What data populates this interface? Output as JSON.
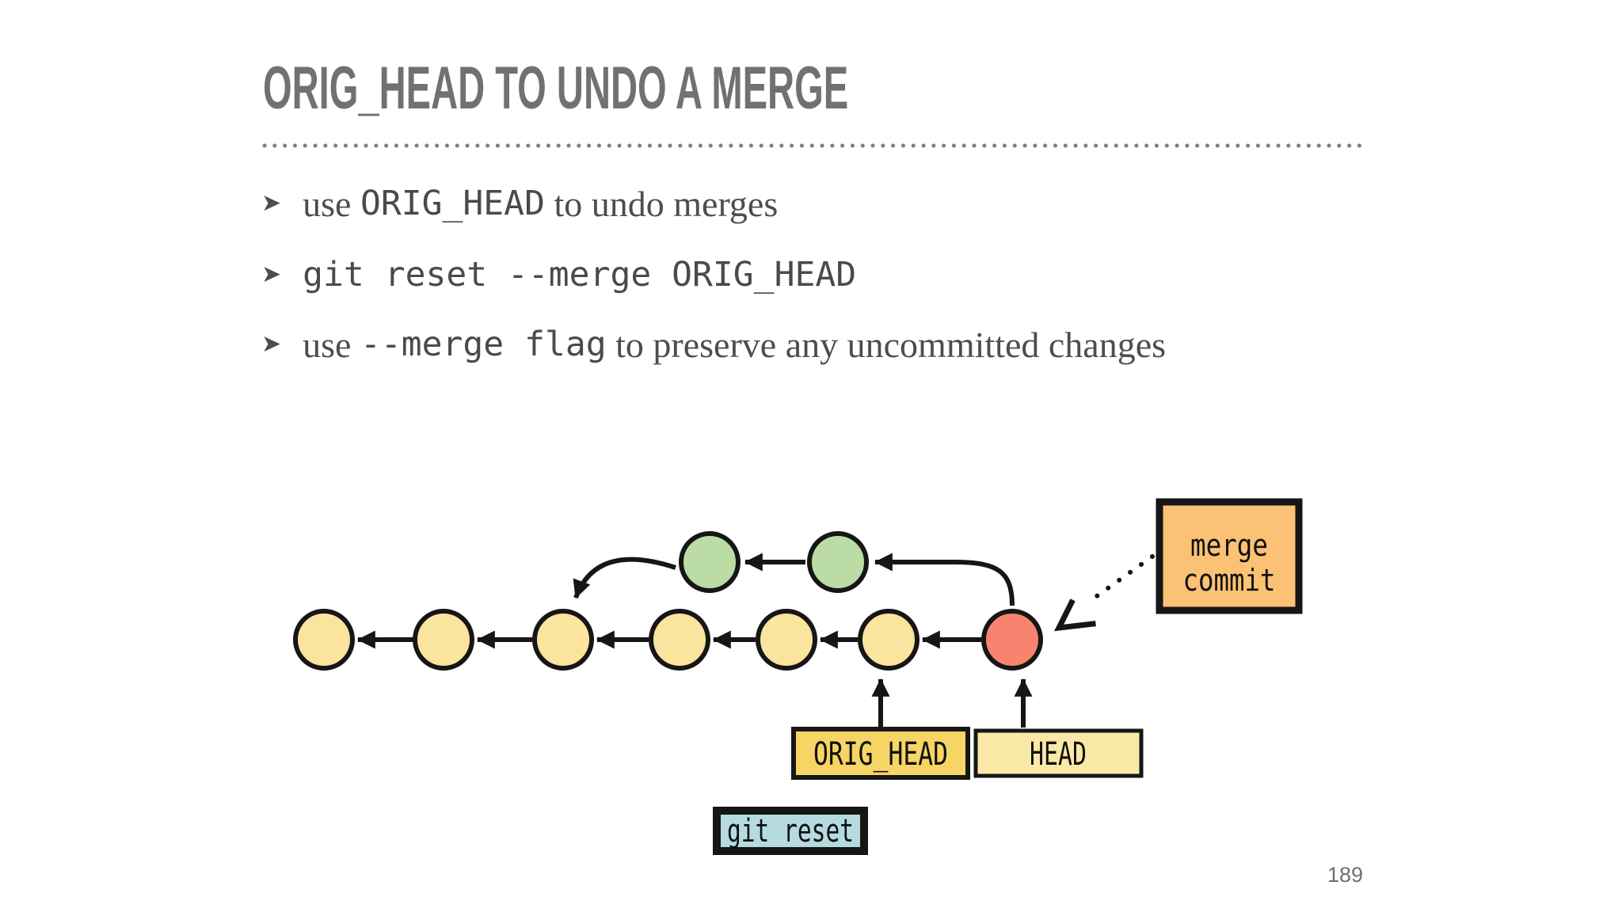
{
  "slide": {
    "title": "ORIG_HEAD TO UNDO A MERGE",
    "bullet_marker": "➤",
    "bullets": [
      {
        "seg1": "use ",
        "seg2": "ORIG_HEAD",
        "seg3": " to undo merges"
      },
      {
        "seg1": "",
        "seg2": "git reset --merge ORIG_HEAD",
        "seg3": ""
      },
      {
        "seg1": "use ",
        "seg2": "--merge flag",
        "seg3": " to preserve any uncommitted changes"
      }
    ],
    "page_number": "189"
  },
  "diagram": {
    "labels": {
      "orig_head": "ORIG_HEAD",
      "head": "HEAD",
      "git_reset": "git reset",
      "merge_commit_line1": "merge",
      "merge_commit_line2": "commit"
    },
    "graph": {
      "main_branch_commit_count": 7,
      "feature_branch_commit_count": 2,
      "merge_commit_position": "rightmost of main row"
    },
    "colors": {
      "commit_yellow": "#FAE49E",
      "commit_green": "#BCDCA6",
      "commit_red": "#F8836F",
      "orig_head_box": "#F7D564",
      "head_box": "#FAE9A6",
      "git_reset_box": "#B5DBE0",
      "merge_commit_box": "#FBC175",
      "stroke_black": "#161616",
      "rule_gray": "#7d7d7d"
    }
  }
}
